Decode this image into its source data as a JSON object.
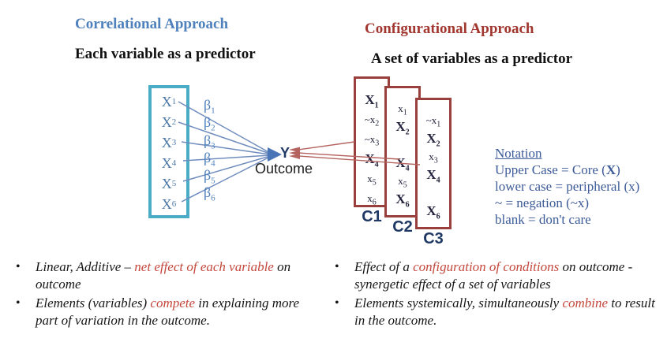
{
  "titles": {
    "left_title": "Correlational Approach",
    "left_subtitle": "Each variable as a predictor",
    "right_title": "Configurational Approach",
    "right_subtitle": "A set of variables as a predictor"
  },
  "colors": {
    "blue_title": "#4F81BD",
    "red_title": "#A23730",
    "teal_border": "#4BACC6",
    "maroon_border": "#99403D",
    "navy": "#1F3864",
    "arrow_blue": "#6E8CBE",
    "arrow_blue_head": "#4A74B8",
    "arrow_red": "#B4635F",
    "notation_blue": "#3D5B99",
    "bullet_red": "#C4473C",
    "x_label_blue": "#4C79A8"
  },
  "left_diagram": {
    "predictors": [
      {
        "base": "X",
        "sub": "1"
      },
      {
        "base": "X",
        "sub": "2"
      },
      {
        "base": "X",
        "sub": "3"
      },
      {
        "base": "X",
        "sub": "4"
      },
      {
        "base": "X",
        "sub": "5"
      },
      {
        "base": "X",
        "sub": "6"
      }
    ],
    "betas": [
      {
        "base": "β",
        "sub": "1"
      },
      {
        "base": "β",
        "sub": "2"
      },
      {
        "base": "β",
        "sub": "3"
      },
      {
        "base": "β",
        "sub": "4"
      },
      {
        "base": "β",
        "sub": "5"
      },
      {
        "base": "β",
        "sub": "6"
      }
    ],
    "y_label": "Y",
    "outcome_label": "Outcome"
  },
  "right_diagram": {
    "boxes": [
      {
        "label": "C1",
        "items": [
          {
            "t": "X",
            "sub": "1",
            "core": true
          },
          {
            "t": "~x",
            "sub": "2"
          },
          {
            "t": "~x",
            "sub": "3"
          },
          {
            "t": "X",
            "sub": "4",
            "core": true
          },
          {
            "t": "x",
            "sub": "5"
          },
          {
            "t": "x",
            "sub": "6"
          }
        ]
      },
      {
        "label": "C2",
        "items": [
          {
            "t": "x",
            "sub": "1"
          },
          {
            "t": "X",
            "sub": "2",
            "core": true
          },
          {
            "blank": true
          },
          {
            "t": "X",
            "sub": "4",
            "core": true
          },
          {
            "t": "x",
            "sub": "5"
          },
          {
            "t": "X",
            "sub": "6",
            "core": true
          }
        ]
      },
      {
        "label": "C3",
        "items": [
          {
            "t": "~x",
            "sub": "1"
          },
          {
            "t": "X",
            "sub": "2",
            "core": true
          },
          {
            "t": "x",
            "sub": "3"
          },
          {
            "t": "X",
            "sub": "4",
            "core": true
          },
          {
            "blank": true
          },
          {
            "t": "X",
            "sub": "6",
            "core": true
          }
        ]
      }
    ]
  },
  "notation": {
    "heading": "Notation",
    "lines": [
      [
        {
          "t": "Upper Case = Core ("
        },
        {
          "t": "X",
          "b": true
        },
        {
          "t": ")"
        }
      ],
      [
        {
          "t": "lower case = peripheral (x)"
        }
      ],
      [
        {
          "t": "~ = negation (~x)"
        }
      ],
      [
        {
          "t": "blank = don't care"
        }
      ]
    ]
  },
  "bullets": {
    "marker": "•",
    "left": [
      [
        {
          "t": "Linear, Additive – "
        },
        {
          "t": "net effect of each variable",
          "red": true
        },
        {
          "t": " on outcome"
        }
      ],
      [
        {
          "t": "Elements (variables) "
        },
        {
          "t": "compete",
          "red": true
        },
        {
          "t": " in explaining more part of variation in the outcome."
        }
      ]
    ],
    "right": [
      [
        {
          "t": "Effect of a "
        },
        {
          "t": "configuration of conditions",
          "red": true
        },
        {
          "t": " on outcome - synergetic effect of a set of variables"
        }
      ],
      [
        {
          "t": "Elements systemically, simultaneously "
        },
        {
          "t": "combine",
          "red": true
        },
        {
          "t": " to result in the outcome."
        }
      ]
    ]
  }
}
